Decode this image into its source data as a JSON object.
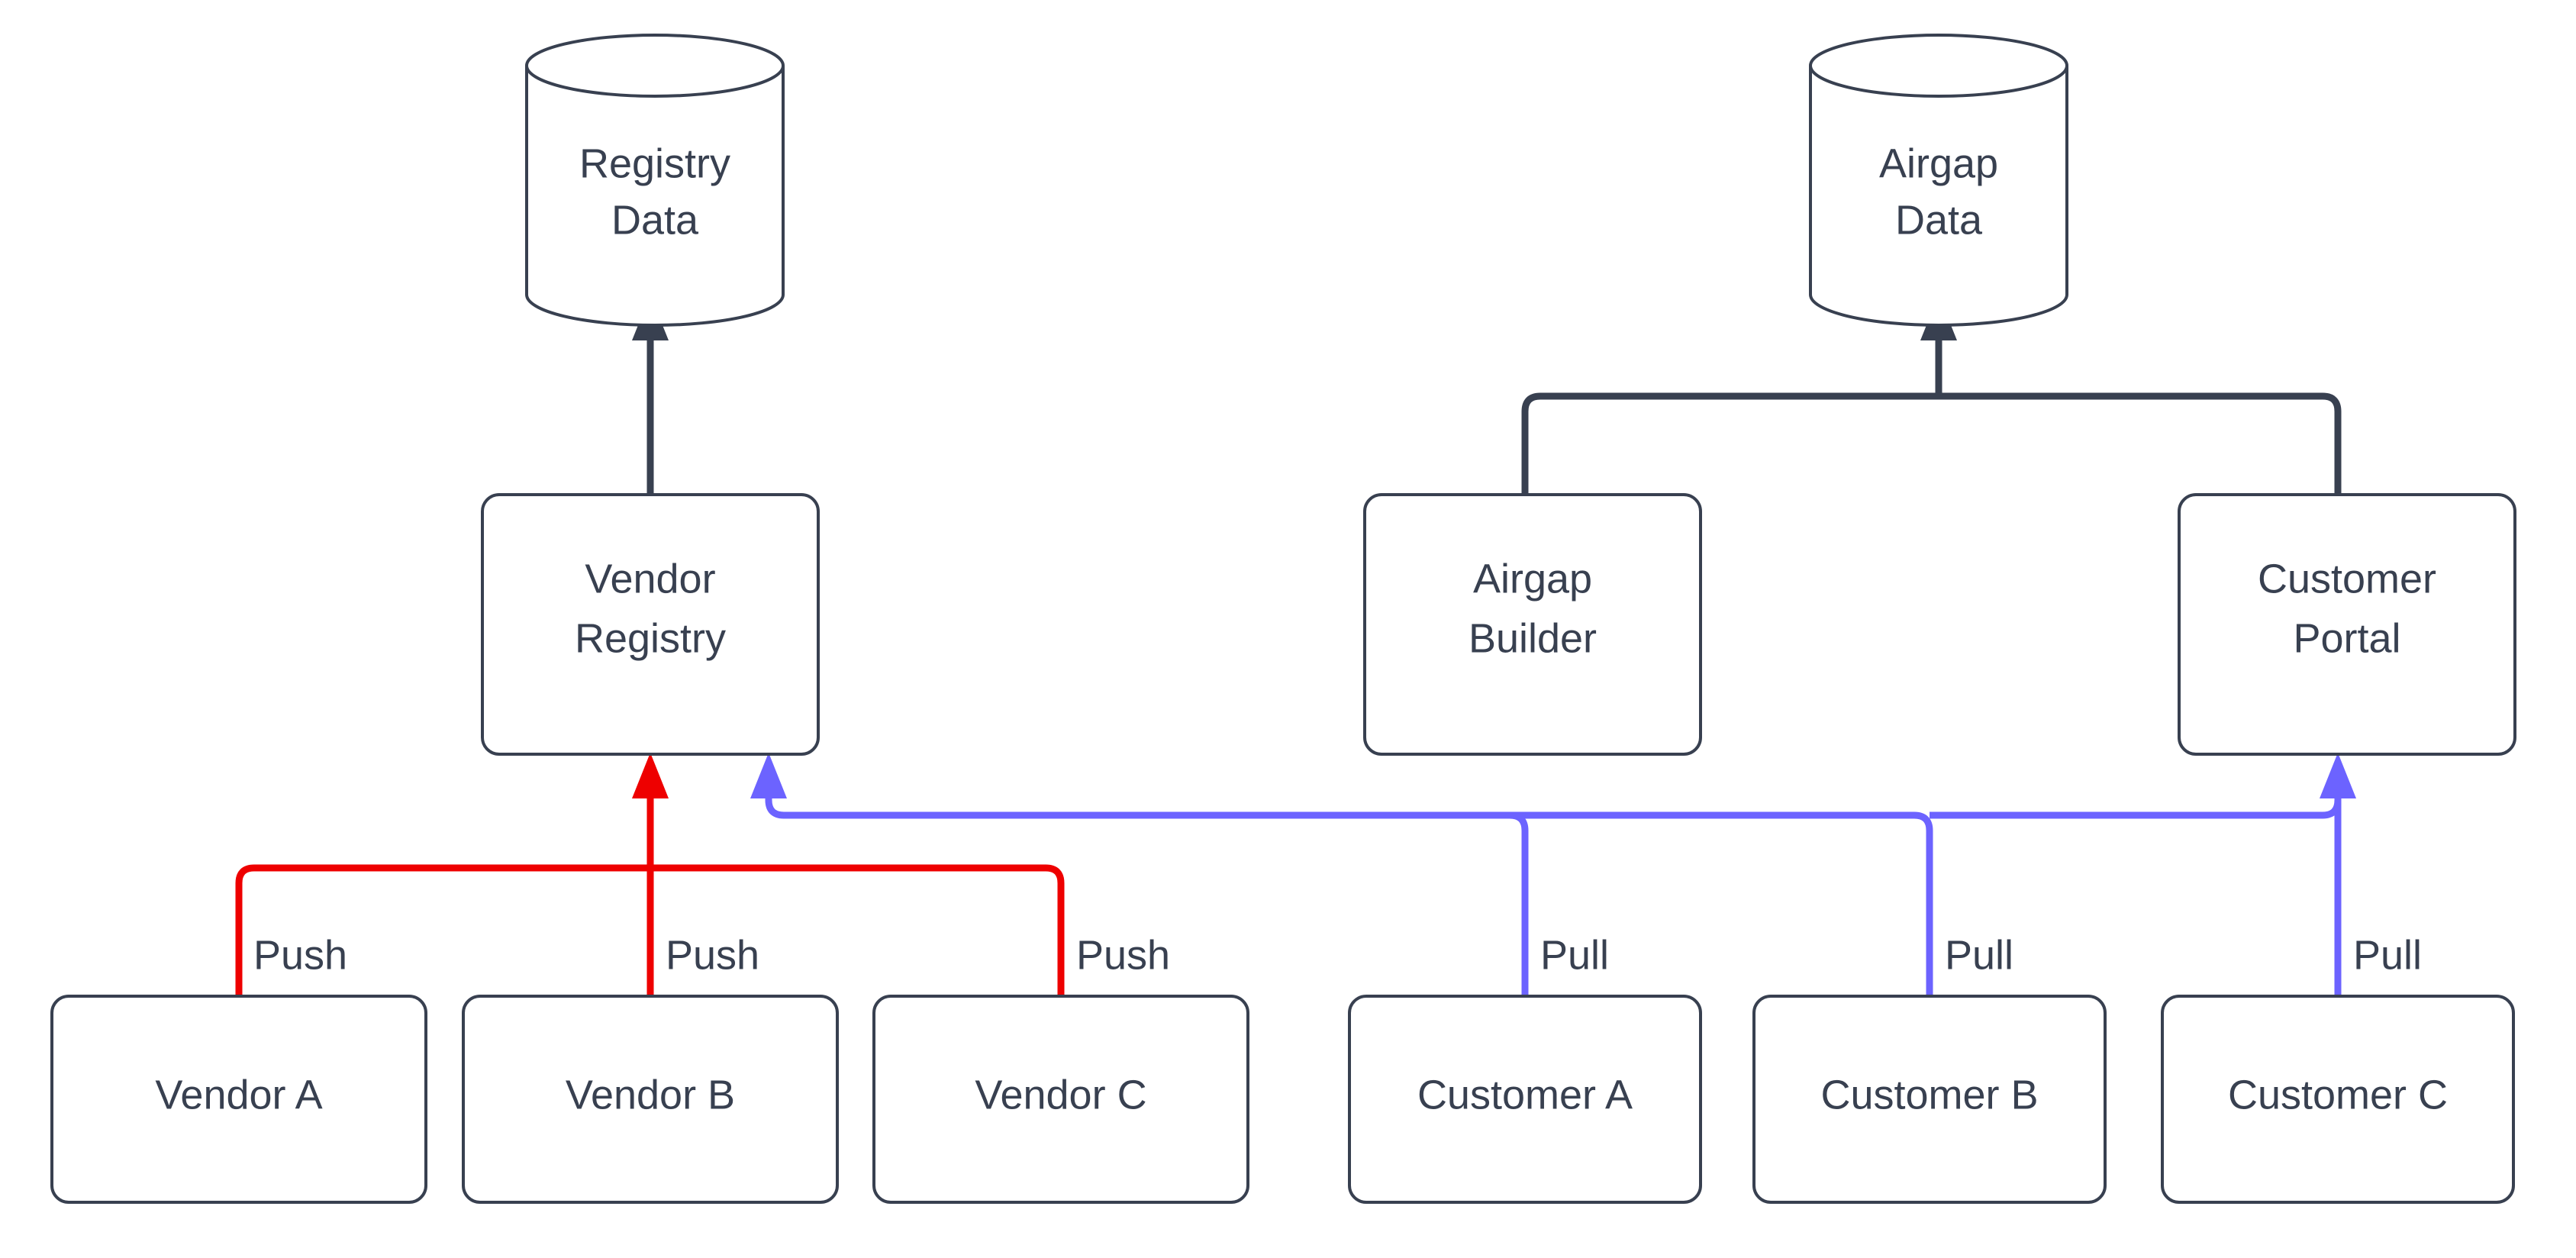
{
  "diagram": {
    "type": "flowchart",
    "direction": "bottom-to-top",
    "background_color": "#ffffff",
    "colors": {
      "node_stroke": "#384050",
      "node_fill": "#ffffff",
      "text": "#384050",
      "push_edge": "#ee0000",
      "pull_edge": "#6c63ff",
      "default_edge": "#384050"
    },
    "nodes": {
      "registry_data": {
        "label_line1": "Registry",
        "label_line2": "Data",
        "shape": "cylinder"
      },
      "airgap_data": {
        "label_line1": "Airgap",
        "label_line2": "Data",
        "shape": "cylinder"
      },
      "vendor_registry": {
        "label_line1": "Vendor",
        "label_line2": "Registry",
        "shape": "rounded-rect"
      },
      "airgap_builder": {
        "label_line1": "Airgap",
        "label_line2": "Builder",
        "shape": "rounded-rect"
      },
      "customer_portal": {
        "label_line1": "Customer",
        "label_line2": "Portal",
        "shape": "rounded-rect"
      },
      "vendor_a": {
        "label": "Vendor A",
        "shape": "rounded-rect"
      },
      "vendor_b": {
        "label": "Vendor B",
        "shape": "rounded-rect"
      },
      "vendor_c": {
        "label": "Vendor C",
        "shape": "rounded-rect"
      },
      "customer_a": {
        "label": "Customer A",
        "shape": "rounded-rect"
      },
      "customer_b": {
        "label": "Customer B",
        "shape": "rounded-rect"
      },
      "customer_c": {
        "label": "Customer C",
        "shape": "rounded-rect"
      }
    },
    "edges": [
      {
        "id": "e1",
        "from": "vendor_registry",
        "to": "registry_data",
        "label": "",
        "color": "#384050"
      },
      {
        "id": "e2",
        "from": "airgap_builder",
        "to": "airgap_data",
        "label": "",
        "color": "#384050"
      },
      {
        "id": "e3",
        "from": "customer_portal",
        "to": "airgap_data",
        "label": "",
        "color": "#384050"
      },
      {
        "id": "e4",
        "from": "vendor_a",
        "to": "vendor_registry",
        "label": "Push",
        "color": "#ee0000"
      },
      {
        "id": "e5",
        "from": "vendor_b",
        "to": "vendor_registry",
        "label": "Push",
        "color": "#ee0000"
      },
      {
        "id": "e6",
        "from": "vendor_c",
        "to": "vendor_registry",
        "label": "Push",
        "color": "#ee0000"
      },
      {
        "id": "e7",
        "from": "customer_a",
        "to": "vendor_registry",
        "label": "Pull",
        "color": "#6c63ff"
      },
      {
        "id": "e8",
        "from": "customer_b",
        "to": "vendor_registry",
        "label": "Pull",
        "color": "#6c63ff"
      },
      {
        "id": "e9",
        "from": "customer_c",
        "to": "customer_portal",
        "label": "Pull",
        "color": "#6c63ff"
      }
    ],
    "edge_labels": {
      "push_1": "Push",
      "push_2": "Push",
      "push_3": "Push",
      "pull_1": "Pull",
      "pull_2": "Pull",
      "pull_3": "Pull"
    }
  }
}
